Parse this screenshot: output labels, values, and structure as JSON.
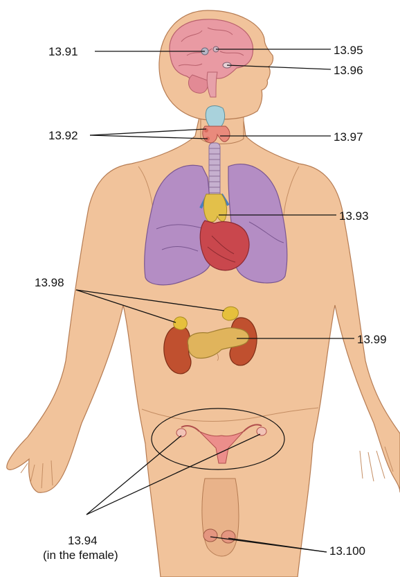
{
  "labels": {
    "pineal": "13.91",
    "hypothalamus": "13.95",
    "pituitary": "13.96",
    "parathyroid": "13.92",
    "thyroid": "13.97",
    "thymus": "13.93",
    "adrenal": "13.98",
    "pancreas": "13.99",
    "ovaries": "13.94",
    "ovaries_note": "(in the female)",
    "testes": "13.100"
  },
  "colors": {
    "skin": "#f1c39b",
    "skin_shadow": "#dca67a",
    "hair": "#f7dcc2",
    "brain": "#e99aa3",
    "lungs": "#b48dc4",
    "heart": "#c9474d",
    "kidney": "#c0502f",
    "adrenal": "#e6c03c",
    "pancreas": "#e0b45c",
    "thyroid": "#e98a7c",
    "larynx": "#a9d2dc",
    "trachea": "#c6b0cf",
    "uterus": "#ec8e8b"
  }
}
